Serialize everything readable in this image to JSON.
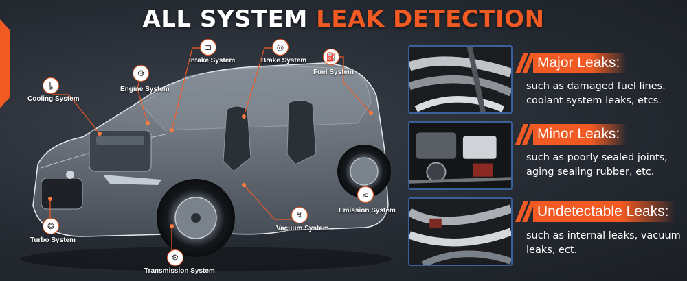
{
  "headline": {
    "part1": "ALL SYSTEM",
    "part2": "LEAK DETECTION"
  },
  "colors": {
    "accent": "#f15a22",
    "background": "#2a2f37",
    "thumb_border": "#3b5f9b",
    "text": "#ffffff"
  },
  "systems": [
    {
      "label": "Cooling System",
      "icon": "thermometer-icon",
      "glyph": "🌡"
    },
    {
      "label": "Engine System",
      "icon": "engine-icon",
      "glyph": "⚙"
    },
    {
      "label": "Intake System",
      "icon": "intake-pipe-icon",
      "glyph": "⊐"
    },
    {
      "label": "Brake System",
      "icon": "brake-disc-icon",
      "glyph": "◎"
    },
    {
      "label": "Fuel System",
      "icon": "fuel-pump-icon",
      "glyph": "⛽"
    },
    {
      "label": "Emission System",
      "icon": "exhaust-icon",
      "glyph": "≋"
    },
    {
      "label": "Vacuum System",
      "icon": "vacuum-icon",
      "glyph": "↯"
    },
    {
      "label": "Transmission System",
      "icon": "gear-icon",
      "glyph": "⚙"
    },
    {
      "label": "Turbo System",
      "icon": "turbo-icon",
      "glyph": "❂"
    }
  ],
  "leaks": [
    {
      "title": "Major Leaks:",
      "desc_line1": "such as damaged fuel lines.",
      "desc_line2": "coolant system leaks, etcs."
    },
    {
      "title": "Minor Leaks:",
      "desc_line1": "such as poorly sealed joints,",
      "desc_line2": "aging sealing rubber, etc."
    },
    {
      "title": "Undetectable Leaks:",
      "desc_line1": "such as internal leaks, vacuum",
      "desc_line2": "leaks, ect."
    }
  ]
}
